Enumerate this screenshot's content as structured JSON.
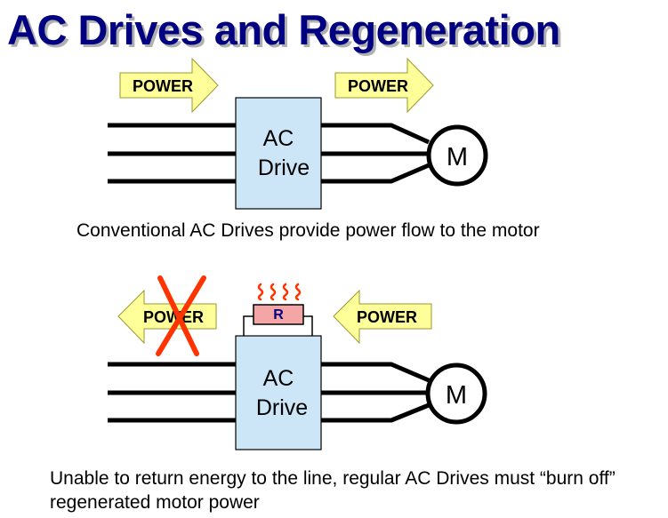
{
  "title": "AC Drives and Regeneration",
  "top_diagram": {
    "arrow_left_label": "POWER",
    "arrow_right_label": "POWER",
    "drive_line1": "AC",
    "drive_line2": "Drive",
    "motor_label": "M",
    "caption": "Conventional AC Drives provide power flow to the motor"
  },
  "bottom_diagram": {
    "arrow_blocked_label": "POWER",
    "arrow_right_label": "POWER",
    "resistor_label": "R",
    "drive_line1": "AC",
    "drive_line2": "Drive",
    "motor_label": "M",
    "caption_line1": "Unable to return energy to the line, regular AC Drives must “burn off”",
    "caption_line2": "regenerated motor power"
  },
  "colors": {
    "title": "#000080",
    "arrow_fill": "#ffff99",
    "drive_fill": "#cce5f7",
    "resistor_fill": "#f4a6a6",
    "cross": "#ff3300",
    "heat": "#ff3300"
  }
}
